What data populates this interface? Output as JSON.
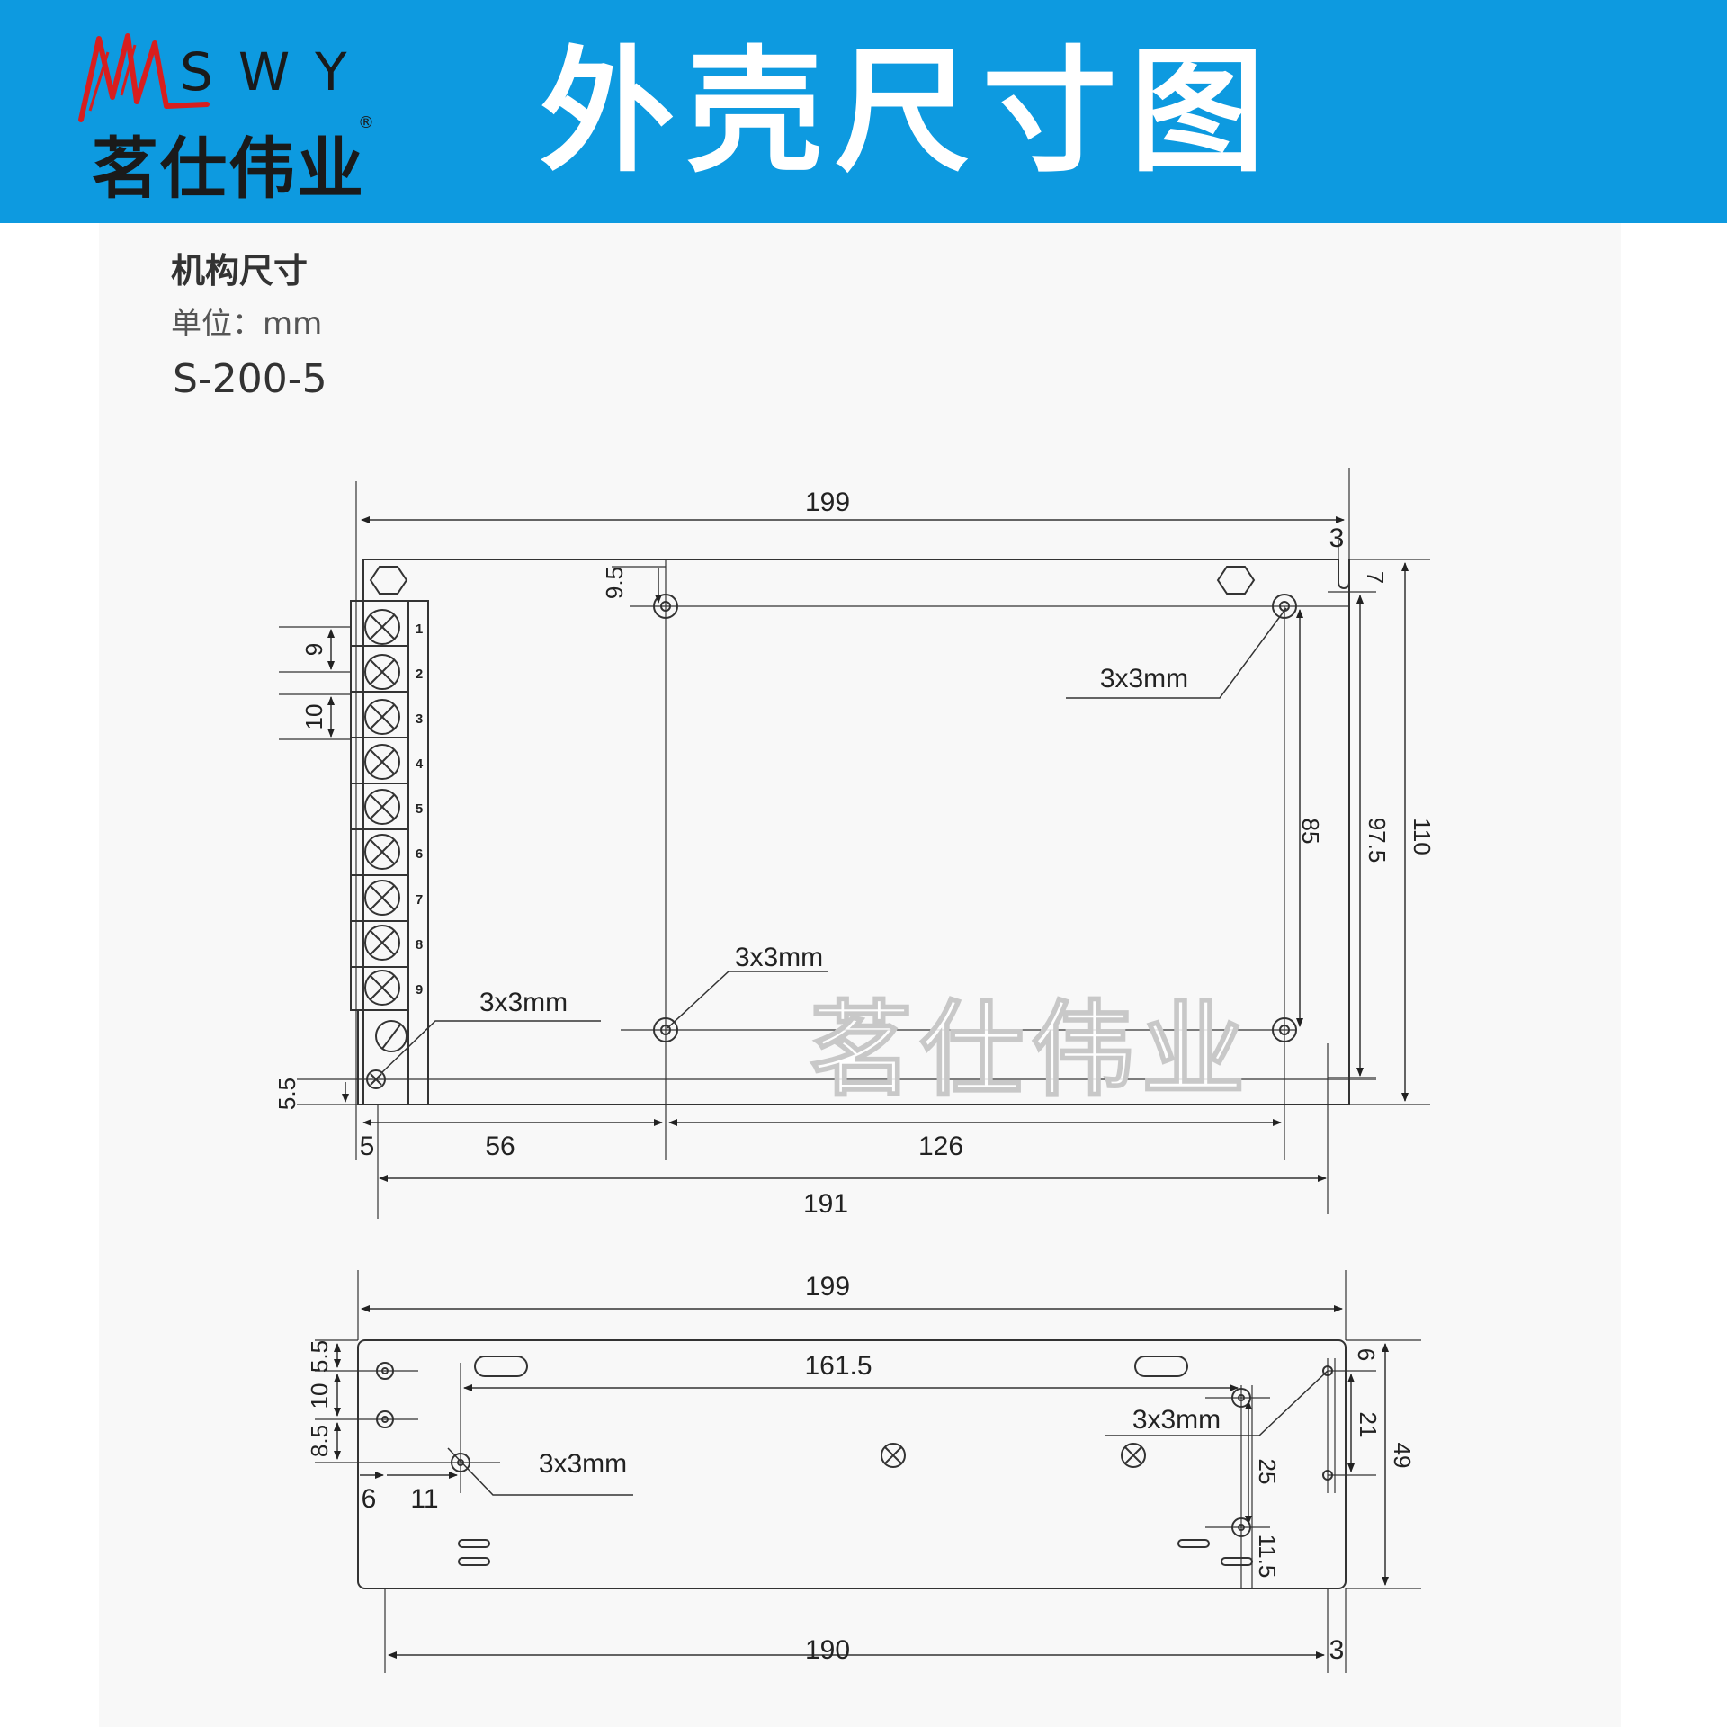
{
  "header": {
    "brand_latin": "SWY",
    "brand_cn": "茗仕伟业",
    "registered_mark": "®",
    "title": "外壳尺寸图",
    "background_color": "#0d9ae0"
  },
  "spec": {
    "section_title": "机构尺寸",
    "unit_label": "单位：mm",
    "model": "S-200-5"
  },
  "watermark": "茗仕伟业",
  "top_view": {
    "terminal_numbers": [
      "1",
      "2",
      "3",
      "4",
      "5",
      "6",
      "7",
      "8",
      "9"
    ],
    "dims": {
      "overall_length": "199",
      "right_offset": "3",
      "slot_depth": "7",
      "hole_offset_top": "9.5",
      "hole_label_right": "3x3mm",
      "terminal_pitch_a": "9",
      "terminal_pitch_b": "10",
      "hole_pitch_vertical": "85",
      "inner_height": "97.5",
      "overall_height": "110",
      "hole_label_bottom": "3x3mm",
      "hole_label_ground": "3x3mm",
      "ground_offset": "5.5",
      "left_offset": "5",
      "hole_x_first": "56",
      "hole_x_pitch": "126",
      "base_length": "191"
    }
  },
  "side_view": {
    "dims": {
      "overall_length": "199",
      "hole_span": "161.5",
      "hole_label_right": "3x3mm",
      "hole_label_left": "3x3mm",
      "left_v1": "5.5",
      "left_v2": "10",
      "left_v3": "8.5",
      "left_h1": "6",
      "left_h2": "11",
      "right_v_top": "6",
      "right_v_mid": "21",
      "overall_height": "49",
      "hole_v_pitch": "25",
      "hole_v_bottom": "11.5",
      "base_length": "190",
      "right_offset": "3"
    }
  }
}
